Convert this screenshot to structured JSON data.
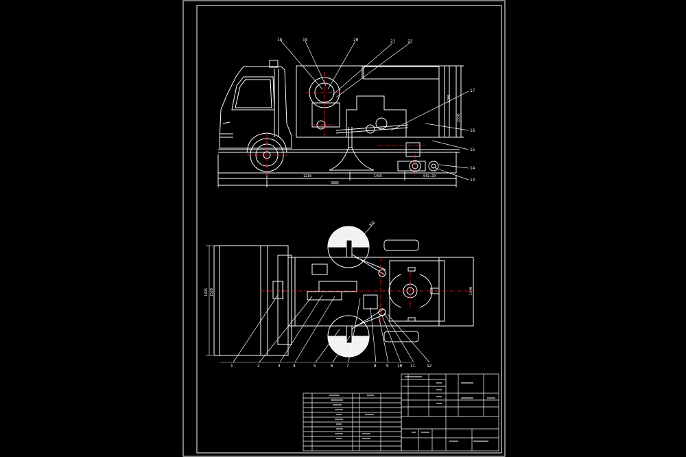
{
  "colors": {
    "background": "#000000",
    "line": "#ffffff",
    "center_line": "#ff0000",
    "leader": "#ffffff"
  },
  "side_view": {
    "part_labels": [
      "18",
      "19",
      "20",
      "21",
      "22",
      "17",
      "16",
      "15",
      "14",
      "13"
    ],
    "dimensions": {
      "seg_a": "1210",
      "seg_b": "1455",
      "seg_c": "542.29",
      "overall": "3885",
      "height_a": "2550",
      "height_b": "1700"
    }
  },
  "plan_view": {
    "part_labels": [
      "1",
      "2",
      "3",
      "4",
      "5",
      "6",
      "7",
      "8",
      "9",
      "10",
      "11",
      "12"
    ],
    "dimensions": {
      "width_a": "1495",
      "width_b": "1520",
      "radius": "R75",
      "right_dim": "1340"
    }
  }
}
